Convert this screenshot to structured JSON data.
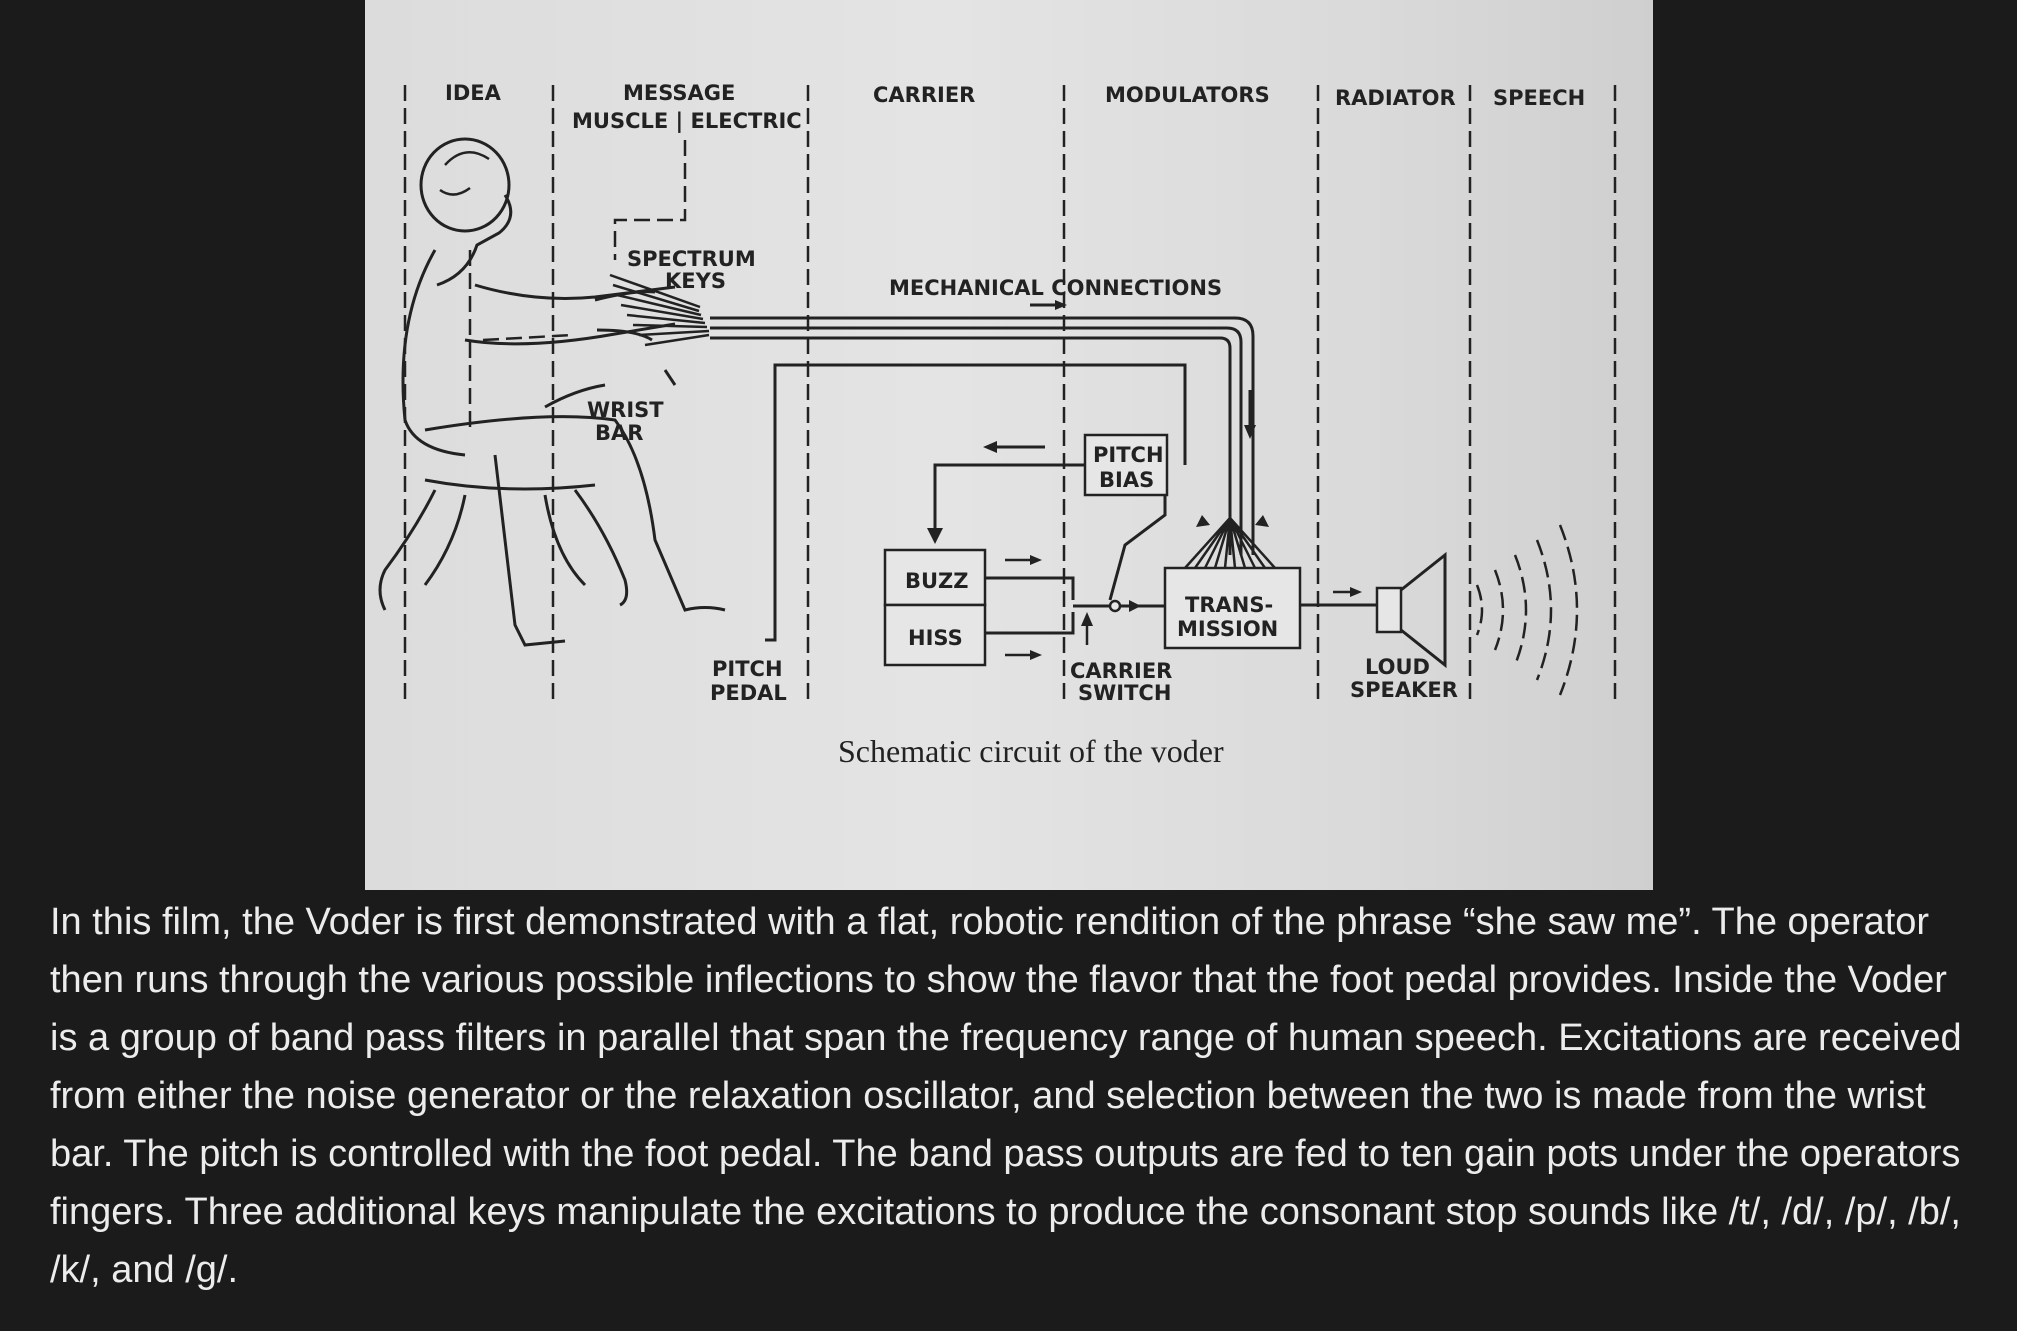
{
  "figure": {
    "labels": {
      "idea": "IDEA",
      "message": "MESSAGE",
      "muscle_electric": "MUSCLE | ELECTRIC",
      "carrier": "CARRIER",
      "modulators": "MODULATORS",
      "radiator": "RADIATOR",
      "speech": "SPEECH",
      "spectrum": "SPECTRUM",
      "keys": "KEYS",
      "mechanical_connections": "MECHANICAL CONNECTIONS",
      "wrist": "WRIST",
      "bar": "BAR",
      "pitch": "PITCH",
      "bias": "BIAS",
      "buzz": "BUZZ",
      "hiss": "HISS",
      "trans": "TRANS-",
      "mission": "MISSION",
      "pitch_pedal_1": "PITCH",
      "pitch_pedal_2": "PEDAL",
      "carrier_switch_1": "CARRIER",
      "carrier_switch_2": "SWITCH",
      "loud": "LOUD",
      "speaker": "SPEAKER"
    },
    "caption": "Schematic circuit of the voder"
  },
  "body_text": "In this film, the Voder is first demonstrated with a flat, robotic rendition of the phrase “she saw me”. The operator then runs through the various possible inflections to show the flavor that the foot pedal provides. Inside the Voder is a group of band pass filters in parallel that span the frequency range of human speech. Excitations are received from either the noise generator or the relaxation oscillator, and selection between the two is made from the wrist bar. The pitch is controlled with the foot pedal. The band pass outputs are fed to ten gain pots under the operators fingers. Three additional keys manipulate the excitations to produce the consonant stop sounds like /t/, /d/, /p/, /b/, /k/, and /g/."
}
